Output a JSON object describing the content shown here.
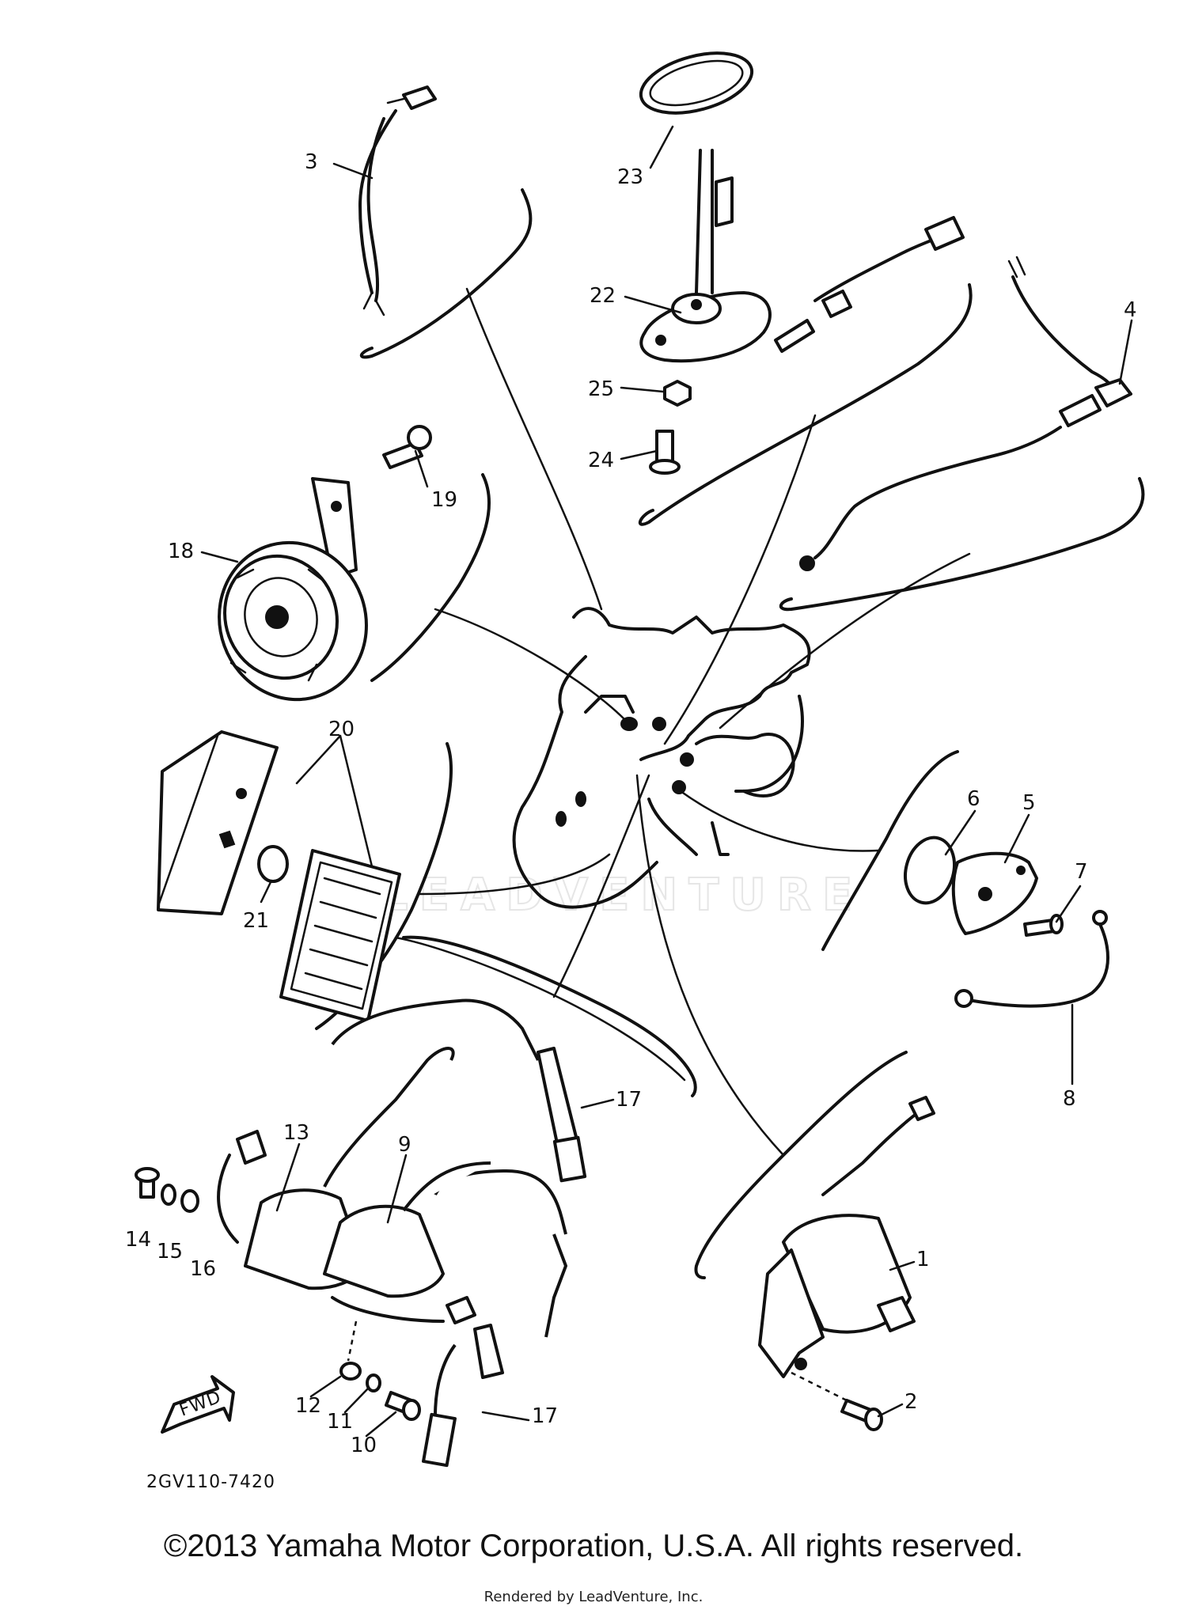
{
  "diagram": {
    "callouts": {
      "c1": "1",
      "c2": "2",
      "c3": "3",
      "c4": "4",
      "c5": "5",
      "c6": "6",
      "c7": "7",
      "c8": "8",
      "c9": "9",
      "c10": "10",
      "c11": "11",
      "c12": "12",
      "c13": "13",
      "c14": "14",
      "c15": "15",
      "c16": "16",
      "c17a": "17",
      "c17b": "17",
      "c18": "18",
      "c19": "19",
      "c20": "20",
      "c21": "21",
      "c22": "22",
      "c23": "23",
      "c24": "24",
      "c25": "25"
    },
    "part_code": "2GV110-7420",
    "fwd_label": "FWD",
    "watermark": "LEADVENTURE"
  },
  "footer": {
    "copyright": "©2013 Yamaha Motor Corporation, U.S.A. All rights reserved.",
    "rendered_by": "Rendered by LeadVenture, Inc."
  }
}
